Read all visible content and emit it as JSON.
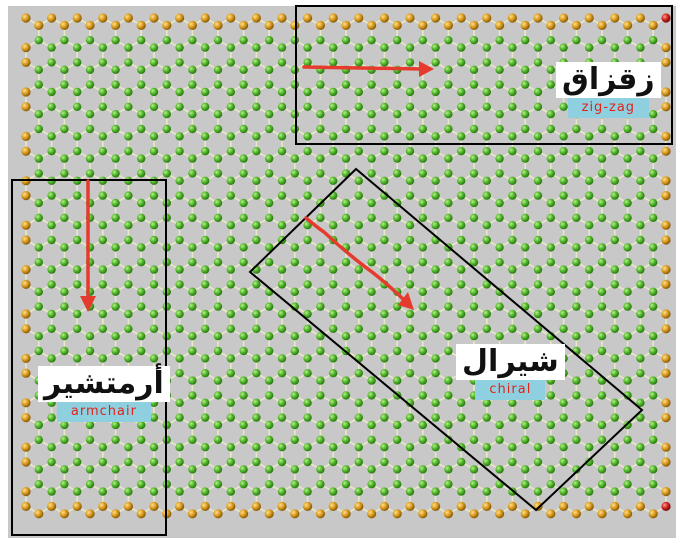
{
  "colors": {
    "background": "#c8c8c8",
    "carbon_atom": "#4fb32a",
    "edge_atom": "#d89a1e",
    "corner_atom": "#cc2222",
    "bond": "#e8e8c8",
    "direction_arrow": "#e53b2e",
    "frame": "#000000",
    "label_tag": "#8fd0e0",
    "english_text": "#e2231a"
  },
  "regions": {
    "zigzag": {
      "arabic": "زقزاق",
      "english": "zig-zag"
    },
    "armchair": {
      "arabic": "أرمتشير",
      "english": "armchair"
    },
    "chiral": {
      "arabic": "شيرال",
      "english": "chiral"
    }
  }
}
